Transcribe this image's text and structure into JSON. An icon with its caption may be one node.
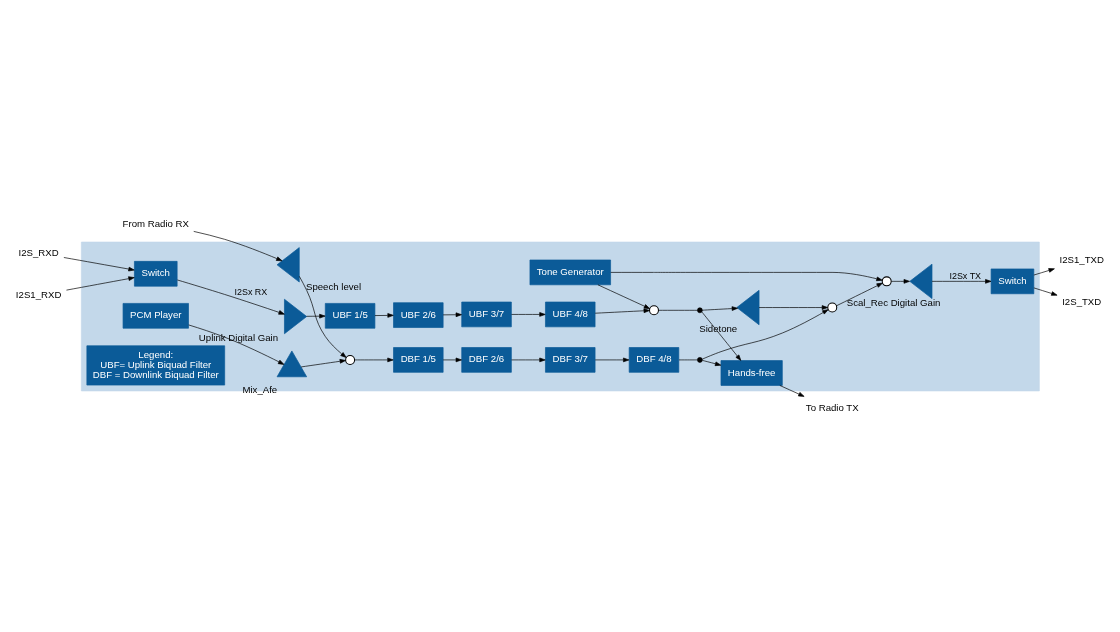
{
  "diagram": {
    "nodes": [
      {
        "text": [],
        "shape": "box"
      },
      {
        "text": [
          "I2S_RXD"
        ]
      },
      {
        "text": [
          "I2S1_RXD"
        ]
      },
      {
        "text": [
          "Switch"
        ],
        "in": 0
      },
      {
        "text": [],
        "shape": "triangle",
        "beside": [
          "Uplink Digital Gain"
        ],
        "in": 0
      },
      {
        "text": [
          "UBF 1/5"
        ],
        "in": 0
      },
      {
        "text": [
          "UBF 2/6"
        ],
        "in": 0
      },
      {
        "text": [
          "UBF 3/7"
        ],
        "in": 0
      },
      {
        "text": [
          "UBF 4/8"
        ],
        "in": 0
      },
      {
        "text": [],
        "shape": "circle",
        "in": 0
      },
      {
        "text": [],
        "shape": "dot",
        "in": 0
      },
      {
        "text": [
          "Hands-free"
        ],
        "in": 0
      },
      {
        "text": [
          "To Radio TX"
        ]
      },
      {
        "text": [
          "Tone Generator"
        ],
        "in": 0
      },
      {
        "text": [],
        "shape": "triangle",
        "beside": [
          "Sidetone"
        ],
        "in": 0
      },
      {
        "text": [
          "I2S1_TXD"
        ]
      },
      {
        "text": [
          "Switch"
        ],
        "in": 0
      },
      {
        "text": [
          "I2S_TXD"
        ]
      },
      {
        "text": [],
        "shape": "triangle",
        "beside": [
          "Scal_Rec Digital Gain"
        ],
        "in": 0
      },
      {
        "text": [],
        "shape": "circle",
        "in": 0
      },
      {
        "text": [],
        "shape": "circle",
        "in": 0
      },
      {
        "text": [],
        "shape": "dot",
        "in": 0
      },
      {
        "text": [
          "DBF 4/8"
        ],
        "in": 0
      },
      {
        "text": [
          "DBF 3/7"
        ],
        "in": 0
      },
      {
        "text": [
          "DBF 2/6"
        ],
        "in": 0
      },
      {
        "text": [
          "DBF 1/5"
        ],
        "in": 0
      },
      {
        "text": [],
        "shape": "circle",
        "in": 0
      },
      {
        "text": [],
        "shape": "triangle",
        "beside": [
          "Speech level"
        ],
        "in": 0
      },
      {
        "text": [
          "From Radio RX"
        ]
      },
      {
        "text": [],
        "shape": "triangle",
        "beside": [
          "Mix_Afe"
        ],
        "in": 0
      },
      {
        "text": [
          "PCM Player"
        ],
        "in": 0
      },
      {
        "text": [
          "Legend:",
          "UBF= Uplink Biquad Filter",
          "DBF = Downlink Biquad Filter"
        ],
        "in": 0
      }
    ],
    "edges": [
      {
        "from": 1,
        "to": 3,
        "arrow": "to"
      },
      {
        "from": 2,
        "to": 3,
        "arrow": "to"
      },
      {
        "from": 3,
        "to": 4,
        "arrow": "to",
        "label": "I2Sx RX"
      },
      {
        "from": 4,
        "to": 5,
        "arrow": "to"
      },
      {
        "from": 5,
        "to": 6,
        "arrow": "to"
      },
      {
        "from": 6,
        "to": 7,
        "arrow": "to"
      },
      {
        "from": 7,
        "to": 8,
        "arrow": "to"
      },
      {
        "from": 8,
        "to": 9,
        "arrow": "to"
      },
      {
        "from": 9,
        "to": 10,
        "arrow": "none"
      },
      {
        "from": 10,
        "to": 11,
        "arrow": "to"
      },
      {
        "from": 11,
        "to": 12,
        "arrow": "to"
      },
      {
        "from": 13,
        "to": 9,
        "arrow": "to"
      },
      {
        "from": 13,
        "to": 19,
        "arrow": "to"
      },
      {
        "from": 10,
        "to": 14,
        "arrow": "to"
      },
      {
        "from": 14,
        "to": 20,
        "arrow": "to"
      },
      {
        "from": 21,
        "to": 11,
        "arrow": "to"
      },
      {
        "from": 20,
        "to": 19,
        "arrow": "to"
      },
      {
        "from": 21,
        "to": 20,
        "arrow": "to"
      },
      {
        "from": 22,
        "to": 21,
        "arrow": "none"
      },
      {
        "from": 23,
        "to": 22,
        "arrow": "to"
      },
      {
        "from": 24,
        "to": 23,
        "arrow": "to"
      },
      {
        "from": 25,
        "to": 24,
        "arrow": "to"
      },
      {
        "from": 26,
        "to": 25,
        "arrow": "to"
      },
      {
        "from": 27,
        "to": 26,
        "arrow": "to"
      },
      {
        "from": 28,
        "to": 27,
        "arrow": "to"
      },
      {
        "from": 29,
        "to": 26,
        "arrow": "to"
      },
      {
        "from": 30,
        "to": 29,
        "arrow": "to"
      },
      {
        "from": 19,
        "to": 18,
        "arrow": "to"
      },
      {
        "from": 18,
        "to": 16,
        "arrow": "to",
        "label": "I2Sx TX"
      },
      {
        "from": 16,
        "to": 15,
        "arrow": "to"
      },
      {
        "from": 16,
        "to": 17,
        "arrow": "to"
      }
    ]
  }
}
